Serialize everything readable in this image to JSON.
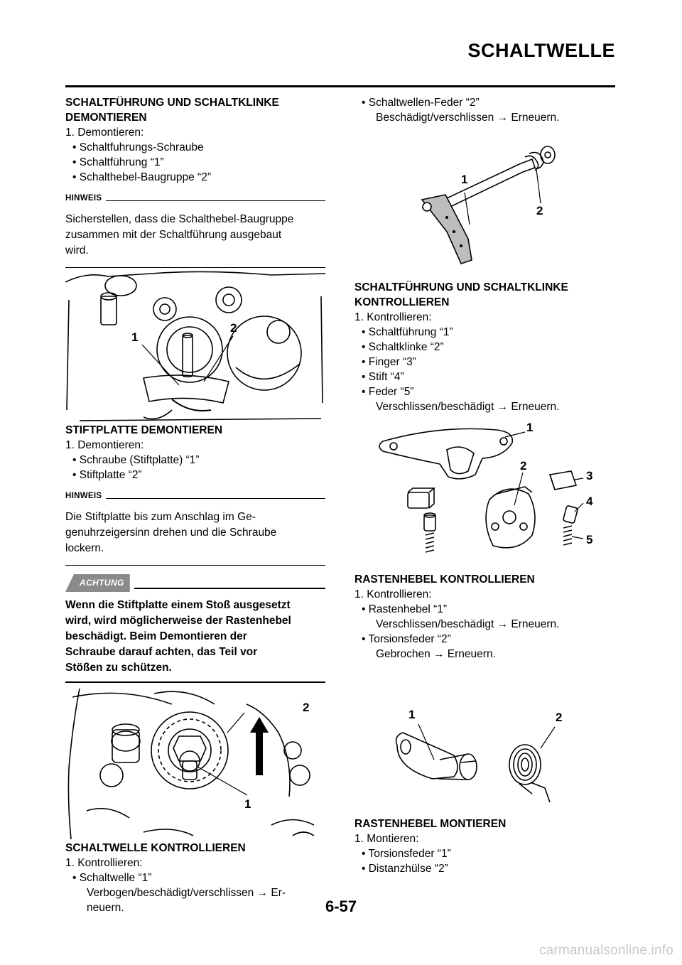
{
  "header": {
    "title": "SCHALTWELLE"
  },
  "left": {
    "s1": {
      "heading": [
        "SCHALTFÜHRUNG UND SCHALTKLINKE",
        "DEMONTIEREN"
      ],
      "step": "1. Demontieren:",
      "items": [
        "• Schaltfuhrungs-Schraube",
        "• Schaltführung “1”",
        "• Schalthebel-Baugruppe “2”"
      ],
      "note_label": "HINWEIS",
      "note": [
        "Sicherstellen, dass die Schalthebel-Baugruppe",
        "zusammen mit der Schaltführung ausgebaut",
        "wird."
      ],
      "callouts": [
        "1",
        "2"
      ]
    },
    "s2": {
      "heading": "STIFTPLATTE DEMONTIEREN",
      "step": "1. Demontieren:",
      "items": [
        "• Schraube (Stiftplatte) “1”",
        "• Stiftplatte “2”"
      ],
      "note_label": "HINWEIS",
      "note": [
        "Die Stiftplatte bis zum Anschlag im Ge-",
        "genuhrzeigersinn drehen und die Schraube",
        "lockern."
      ],
      "caution_label": "ACHTUNG",
      "caution": [
        "Wenn die Stiftplatte einem Stoß ausgesetzt",
        "wird, wird möglicherweise der Rastenhebel",
        "beschädigt. Beim Demontieren der",
        "Schraube darauf achten, das Teil vor",
        "Stößen zu schützen."
      ],
      "callouts": [
        "2",
        "1"
      ]
    },
    "s3": {
      "heading": "SCHALTWELLE KONTROLLIEREN",
      "step": "1. Kontrollieren:",
      "items": [
        "• Schaltwelle “1”"
      ],
      "sub": [
        "Verbogen/beschädigt/verschlissen → Er-",
        "neuern."
      ]
    }
  },
  "right": {
    "r0": {
      "items": [
        "• Schaltwellen-Feder “2”"
      ],
      "sub": [
        "Beschädigt/verschlissen → Erneuern."
      ],
      "callouts": [
        "1",
        "2"
      ]
    },
    "r1": {
      "heading": [
        "SCHALTFÜHRUNG UND SCHALTKLINKE",
        "KONTROLLIEREN"
      ],
      "step": "1. Kontrollieren:",
      "items": [
        "• Schaltführung “1”",
        "• Schaltklinke “2”",
        "• Finger “3”",
        "• Stift “4”",
        "• Feder “5”"
      ],
      "sub": [
        "Verschlissen/beschädigt → Erneuern."
      ],
      "callouts": [
        "1",
        "2",
        "3",
        "4",
        "5"
      ]
    },
    "r2": {
      "heading": "RASTENHEBEL KONTROLLIEREN",
      "step": "1. Kontrollieren:",
      "item1": "• Rastenhebel “1”",
      "sub1": "Verschlissen/beschädigt → Erneuern.",
      "item2": "• Torsionsfeder “2”",
      "sub2": "Gebrochen → Erneuern.",
      "callouts": [
        "1",
        "2"
      ]
    },
    "r3": {
      "heading": "RASTENHEBEL MONTIEREN",
      "step": "1. Montieren:",
      "items": [
        "• Torsionsfeder “1”",
        "• Distanzhülse “2”"
      ]
    }
  },
  "footer": {
    "page": "6-57",
    "watermark": "carmanualsonline.info"
  }
}
